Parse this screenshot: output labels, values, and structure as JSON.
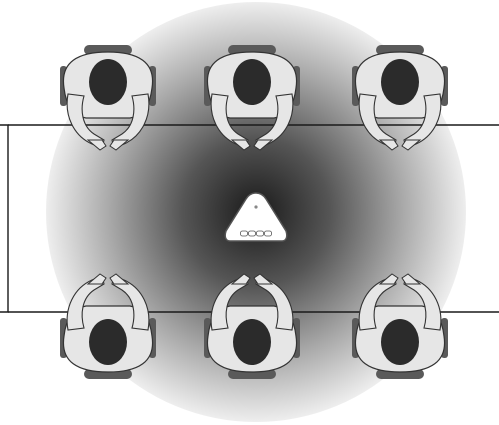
{
  "scene": {
    "caption": "",
    "colors": {
      "table_stroke": "#1a1a1a",
      "chair": "#5a5a5a",
      "body_fill": "#e6e6e6",
      "body_stroke": "#333333",
      "head": "#2b2b2b",
      "pickup_center": "#1a1a1a",
      "pickup_edge": "#f2f2f2",
      "device_fill": "#ffffff"
    },
    "device": {
      "name": "speakerphone",
      "button_icons": [
        "minus-icon",
        "phone-icon",
        "mute-icon",
        "plus-icon"
      ]
    },
    "people": [
      {
        "seat": "top-left",
        "facing": "down"
      },
      {
        "seat": "top-center",
        "facing": "down"
      },
      {
        "seat": "top-right",
        "facing": "down"
      },
      {
        "seat": "bottom-left",
        "facing": "up"
      },
      {
        "seat": "bottom-center",
        "facing": "up"
      },
      {
        "seat": "bottom-right",
        "facing": "up"
      }
    ]
  }
}
